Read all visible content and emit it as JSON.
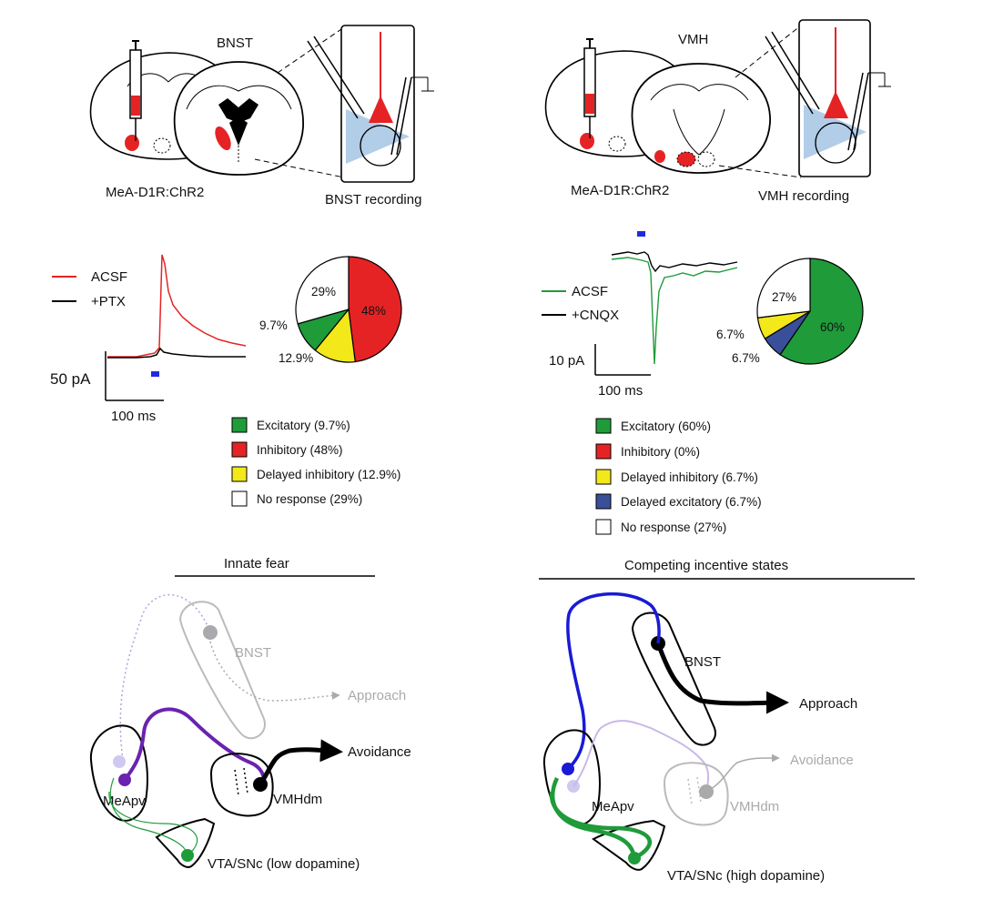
{
  "colors": {
    "excitatory": "#1f9b3a",
    "inhibitory": "#e52325",
    "delayed_inhibitory": "#f2e81a",
    "delayed_excitatory": "#3a4f9a",
    "no_response": "#ffffff",
    "stim": "#1f2bdc",
    "purple": "#6a22b0",
    "blue": "#1a1ad6",
    "light_blue_fill": "#a9c8e6"
  },
  "icons": [
    "syringe-icon",
    "recording-electrode-icon",
    "neuron-icon",
    "ground-icon"
  ],
  "panel_left": {
    "region_title": "BNST",
    "injection_label": "MeA-D1R:ChR2",
    "recording_label": "BNST recording",
    "trace_legend": [
      {
        "label": "ACSF",
        "color": "#e52325"
      },
      {
        "label": "+PTX",
        "color": "#000000"
      }
    ],
    "scale_y": "50 pA",
    "scale_x": "100 ms",
    "legend": [
      {
        "label": "Excitatory (9.7%)",
        "color": "#1f9b3a"
      },
      {
        "label": "Inhibitory (48%)",
        "color": "#e52325"
      },
      {
        "label": "Delayed inhibitory (12.9%)",
        "color": "#f2e81a"
      },
      {
        "label": "No response (29%)",
        "color": "#ffffff"
      }
    ]
  },
  "panel_right": {
    "region_title": "VMH",
    "injection_label": "MeA-D1R:ChR2",
    "recording_label": "VMH recording",
    "trace_legend": [
      {
        "label": "ACSF",
        "color": "#1f9b3a"
      },
      {
        "label": "+CNQX",
        "color": "#000000"
      }
    ],
    "scale_y": "10 pA",
    "scale_x": "100 ms",
    "legend": [
      {
        "label": "Excitatory (60%)",
        "color": "#1f9b3a"
      },
      {
        "label": "Inhibitory (0%)",
        "color": "#e52325"
      },
      {
        "label": "Delayed inhibitory (6.7%)",
        "color": "#f2e81a"
      },
      {
        "label": "Delayed excitatory (6.7%)",
        "color": "#3a4f9a"
      },
      {
        "label": "No response (27%)",
        "color": "#ffffff"
      }
    ]
  },
  "pies": [
    {
      "id": "bnst-pie",
      "slices": [
        {
          "label": "48%",
          "value": 48.0,
          "color": "#e52325"
        },
        {
          "label": "12.9%",
          "value": 12.9,
          "color": "#f2e81a"
        },
        {
          "label": "9.7%",
          "value": 9.7,
          "color": "#1f9b3a"
        },
        {
          "label": "29%",
          "value": 29.4,
          "color": "#ffffff"
        }
      ]
    },
    {
      "id": "vmh-pie",
      "slices": [
        {
          "label": "60%",
          "value": 59.6,
          "color": "#1f9b3a"
        },
        {
          "label": "6.7%",
          "value": 6.7,
          "color": "#3a4f9a"
        },
        {
          "label": "6.7%",
          "value": 6.7,
          "color": "#f2e81a"
        },
        {
          "label": "27%",
          "value": 27.0,
          "color": "#ffffff"
        }
      ]
    }
  ],
  "model_left": {
    "title": "Innate fear",
    "bnst": "BNST",
    "approach": "Approach",
    "avoidance": "Avoidance",
    "mea": "MeApv",
    "vmh": "VMHdm",
    "vta": "VTA/SNc (low dopamine)"
  },
  "model_right": {
    "title": "Competing incentive states",
    "bnst": "BNST",
    "approach": "Approach",
    "avoidance": "Avoidance",
    "mea": "MeApv",
    "vmh": "VMHdm",
    "vta": "VTA/SNc (high dopamine)"
  }
}
